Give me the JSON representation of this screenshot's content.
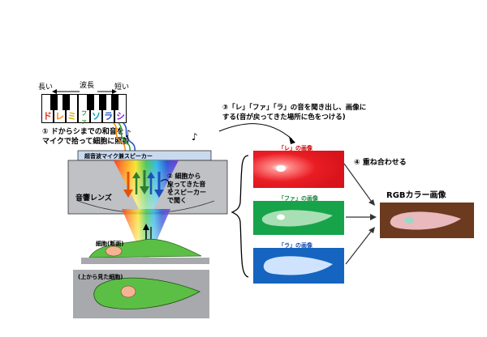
{
  "wavelength": {
    "long": "長い",
    "label": "波長",
    "short": "短い"
  },
  "keys": [
    {
      "label": "ド",
      "color": "#e0301e"
    },
    {
      "label": "レ",
      "color": "#ff7f00"
    },
    {
      "label": "ミ",
      "color": "#d4b000"
    },
    {
      "label": "ファ",
      "color": "#2ca02c"
    },
    {
      "label": "ソ",
      "color": "#00a0c8"
    },
    {
      "label": "ラ",
      "color": "#1f4fbf"
    },
    {
      "label": "シ",
      "color": "#8a2be2"
    }
  ],
  "steps": {
    "step1_line1": "① ドからシまでの和音を",
    "step1_line2": "マイクで拾って細胞に照射",
    "step2_line1": "② 細胞から",
    "step2_line2": "戻ってきた音",
    "step2_line3": "をスピーカー",
    "step2_line4": "で聞く",
    "step3_line1": "③「レ」「ファ」「ラ」の音を聞き出し、画像に",
    "step3_line2": "する(音が戻ってきた場所に色をつける)",
    "step4": "④ 重ね合わせる"
  },
  "labels": {
    "speaker": "超音波マイク兼スピーカー",
    "lens": "音響レンズ",
    "cell_section": "細胞(断面)",
    "cell_top": "(上から見た細胞)",
    "music_note": "♪",
    "music_note2": "♪"
  },
  "images": {
    "re": "「レ」の画像",
    "fa": "「ファ」の画像",
    "ra": "「ラ」の画像",
    "rgb": "RGBカラー画像"
  },
  "colors": {
    "red": "#e8101a",
    "green": "#17a34a",
    "blue": "#1565c0",
    "brown": "#6b3a1f",
    "cell": "#5cbf45"
  }
}
